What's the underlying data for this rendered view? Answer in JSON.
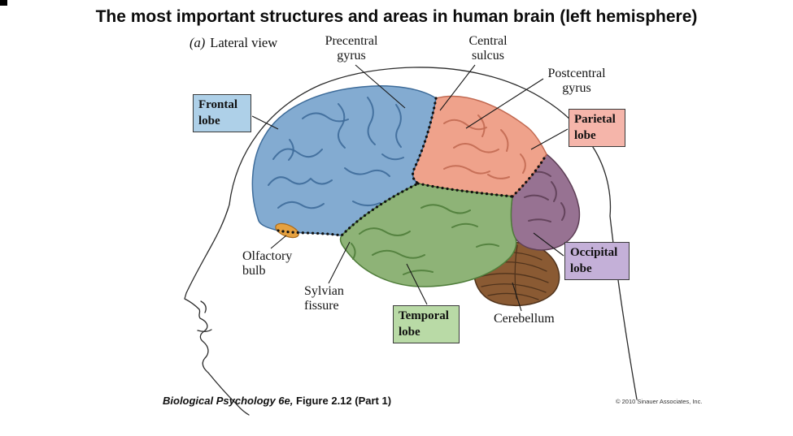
{
  "slide": {
    "title": "The most important structures and areas in human brain (left hemisphere)"
  },
  "figure": {
    "panel_label": "(a)",
    "view_label": "Lateral view",
    "annotations": {
      "precentral_gyrus": "Precentral gyrus",
      "central_sulcus": "Central sulcus",
      "postcentral_gyrus": "Postcentral gyrus",
      "olfactory_bulb": "Olfactory bulb",
      "sylvian_fissure": "Sylvian fissure",
      "cerebellum": "Cerebellum"
    },
    "lobe_labels": {
      "frontal": "Frontal lobe",
      "parietal": "Parietal lobe",
      "occipital": "Occipital lobe",
      "temporal": "Temporal lobe"
    },
    "colors": {
      "frontal_box": "#aed0e8",
      "parietal_box": "#f5b5aa",
      "occipital_box": "#c4b0d8",
      "temporal_box": "#b9daa6",
      "frontal_lobe": "#83abd1",
      "parietal_lobe": "#efa28b",
      "occipital_lobe": "#977292",
      "temporal_lobe": "#8eb377",
      "cerebellum": "#8a5a33",
      "olfactory_bulb": "#e6a13f",
      "frontal_line": "#3e6c9a",
      "parietal_line": "#c26a52",
      "occipital_line": "#5e3f56",
      "temporal_line": "#4f7d3a",
      "cerebellum_line": "#50331c"
    },
    "credit_italic": "Biological Psychology 6e,",
    "credit_rest": " Figure 2.12 (Part 1)",
    "copyright": "© 2010 Sinauer Associates, Inc."
  }
}
